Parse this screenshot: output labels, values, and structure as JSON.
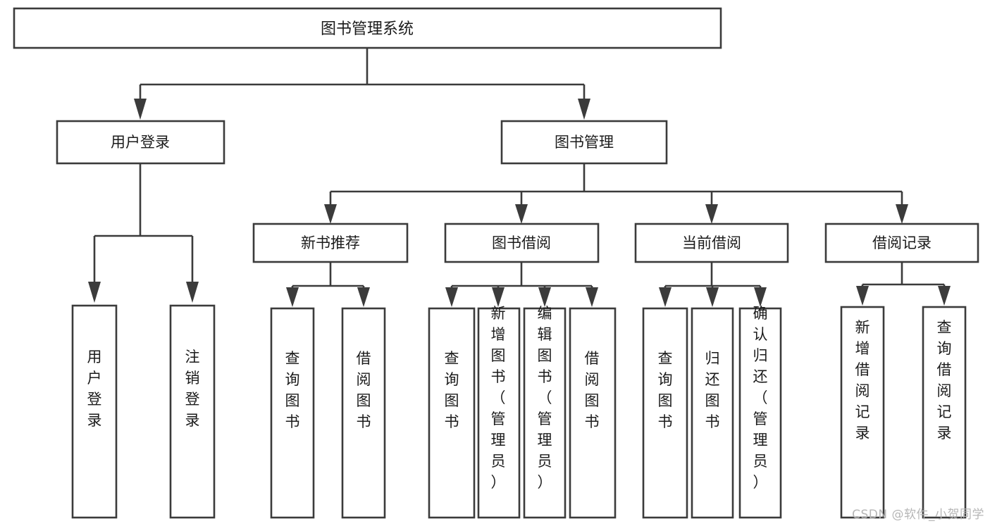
{
  "diagram": {
    "type": "tree-hierarchy-chart",
    "title": "图书管理系统",
    "orientation": "top-down",
    "colors": {
      "box_stroke": "#3b3b3b",
      "box_fill": "#ffffff",
      "connector": "#3b3b3b",
      "text": "#1b1b1b",
      "background": "#ffffff",
      "watermark": "#b6b6b6"
    },
    "root": {
      "id": "root",
      "label": "图书管理系统",
      "level": 1
    },
    "level2": [
      {
        "id": "user-login",
        "label": "用户登录",
        "level": 2
      },
      {
        "id": "book-management",
        "label": "图书管理",
        "level": 2
      }
    ],
    "level3": [
      {
        "id": "new-book-recommend",
        "label": "新书推荐",
        "level": 3,
        "parent": "book-management"
      },
      {
        "id": "book-borrow",
        "label": "图书借阅",
        "level": 3,
        "parent": "book-management"
      },
      {
        "id": "current-borrow",
        "label": "当前借阅",
        "level": 3,
        "parent": "book-management"
      },
      {
        "id": "borrow-record",
        "label": "借阅记录",
        "level": 3,
        "parent": "book-management"
      }
    ],
    "leaves": {
      "user-login": [
        {
          "id": "leaf-user-login",
          "label": "用户登录"
        },
        {
          "id": "leaf-user-logout",
          "label": "注销登录"
        }
      ],
      "new-book-recommend": [
        {
          "id": "leaf-query-book-1",
          "label": "查询图书"
        },
        {
          "id": "leaf-borrow-book-1",
          "label": "借阅图书"
        }
      ],
      "book-borrow": [
        {
          "id": "leaf-query-book-2",
          "label": "查询图书"
        },
        {
          "id": "leaf-add-book",
          "label": "新增图书（管理员）"
        },
        {
          "id": "leaf-edit-book",
          "label": "编辑图书（管理员）"
        },
        {
          "id": "leaf-borrow-book-2",
          "label": "借阅图书"
        }
      ],
      "current-borrow": [
        {
          "id": "leaf-query-book-3",
          "label": "查询图书"
        },
        {
          "id": "leaf-return-book",
          "label": "归还图书"
        },
        {
          "id": "leaf-confirm-return",
          "label": "确认归还（管理员）"
        }
      ],
      "borrow-record": [
        {
          "id": "leaf-add-record",
          "label": "新增借阅记录"
        },
        {
          "id": "leaf-query-record",
          "label": "查询借阅记录"
        }
      ]
    }
  },
  "watermark": {
    "text": "CSDN @软件_小贺同学"
  }
}
